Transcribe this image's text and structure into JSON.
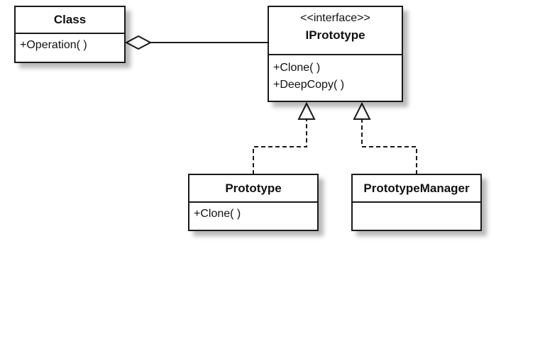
{
  "diagram": {
    "classes": {
      "client": {
        "name": "Class",
        "methods": [
          "+Operation( )"
        ]
      },
      "iprototype": {
        "stereotype": "<<interface>>",
        "name": "IPrototype",
        "methods": [
          "+Clone( )",
          "+DeepCopy( )"
        ]
      },
      "prototype": {
        "name": "Prototype",
        "methods": [
          "+Clone( )"
        ]
      },
      "prototype_manager": {
        "name": "PrototypeManager",
        "methods": []
      }
    },
    "relations": [
      {
        "type": "aggregation",
        "from": "Class",
        "to": "IPrototype"
      },
      {
        "type": "realization",
        "from": "Prototype",
        "to": "IPrototype"
      },
      {
        "type": "realization",
        "from": "PrototypeManager",
        "to": "IPrototype"
      }
    ]
  }
}
